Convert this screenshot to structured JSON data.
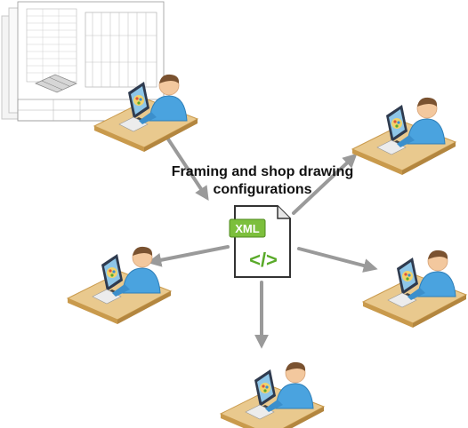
{
  "diagram": {
    "caption_line1": "Framing and shop drawing",
    "caption_line2": "configurations",
    "file_badge": "XML",
    "file_symbol": "</>",
    "colors": {
      "arrow": "#9a9a9a",
      "desk_top": "#e9c98e",
      "desk_edge": "#c99a4c",
      "person": "#4aa3df",
      "person_dark": "#2f7fb8",
      "skin": "#f3c89e",
      "monitor": "#2f3b4f",
      "file_badge_bg": "#7cbf3c",
      "file_symbol": "#5aaa2a"
    },
    "icons": [
      "user-workstation-icon",
      "xml-file-icon",
      "technical-drawing-sheet"
    ]
  }
}
